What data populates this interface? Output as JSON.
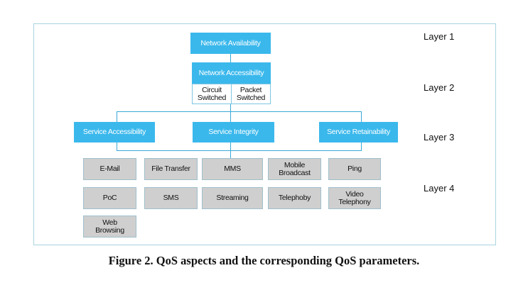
{
  "diagram": {
    "layer_labels": [
      "Layer 1",
      "Layer 2",
      "Layer 3",
      "Layer 4"
    ],
    "layer1": {
      "label": "Network Availability"
    },
    "layer2": {
      "label": "Network Accessibility",
      "sub": [
        "Circuit\nSwitched",
        "Packet\nSwitched"
      ]
    },
    "layer3": [
      "Service Accessibility",
      "Service Integrity",
      "Service Retainability"
    ],
    "layer4": [
      "E-Mail",
      "File Transfer",
      "MMS",
      "Mobile\nBroadcast",
      "Ping",
      "PoC",
      "SMS",
      "Streaming",
      "Telephoby",
      "Video\nTelephony",
      "Web\nBrowsing"
    ],
    "colors": {
      "primary": "#3ab8ec",
      "parameter": "#cfcfcf",
      "connector": "#3aa8d8",
      "frame": "#a9d3e0"
    }
  },
  "caption": "Figure 2. QoS aspects and the corresponding QoS parameters."
}
